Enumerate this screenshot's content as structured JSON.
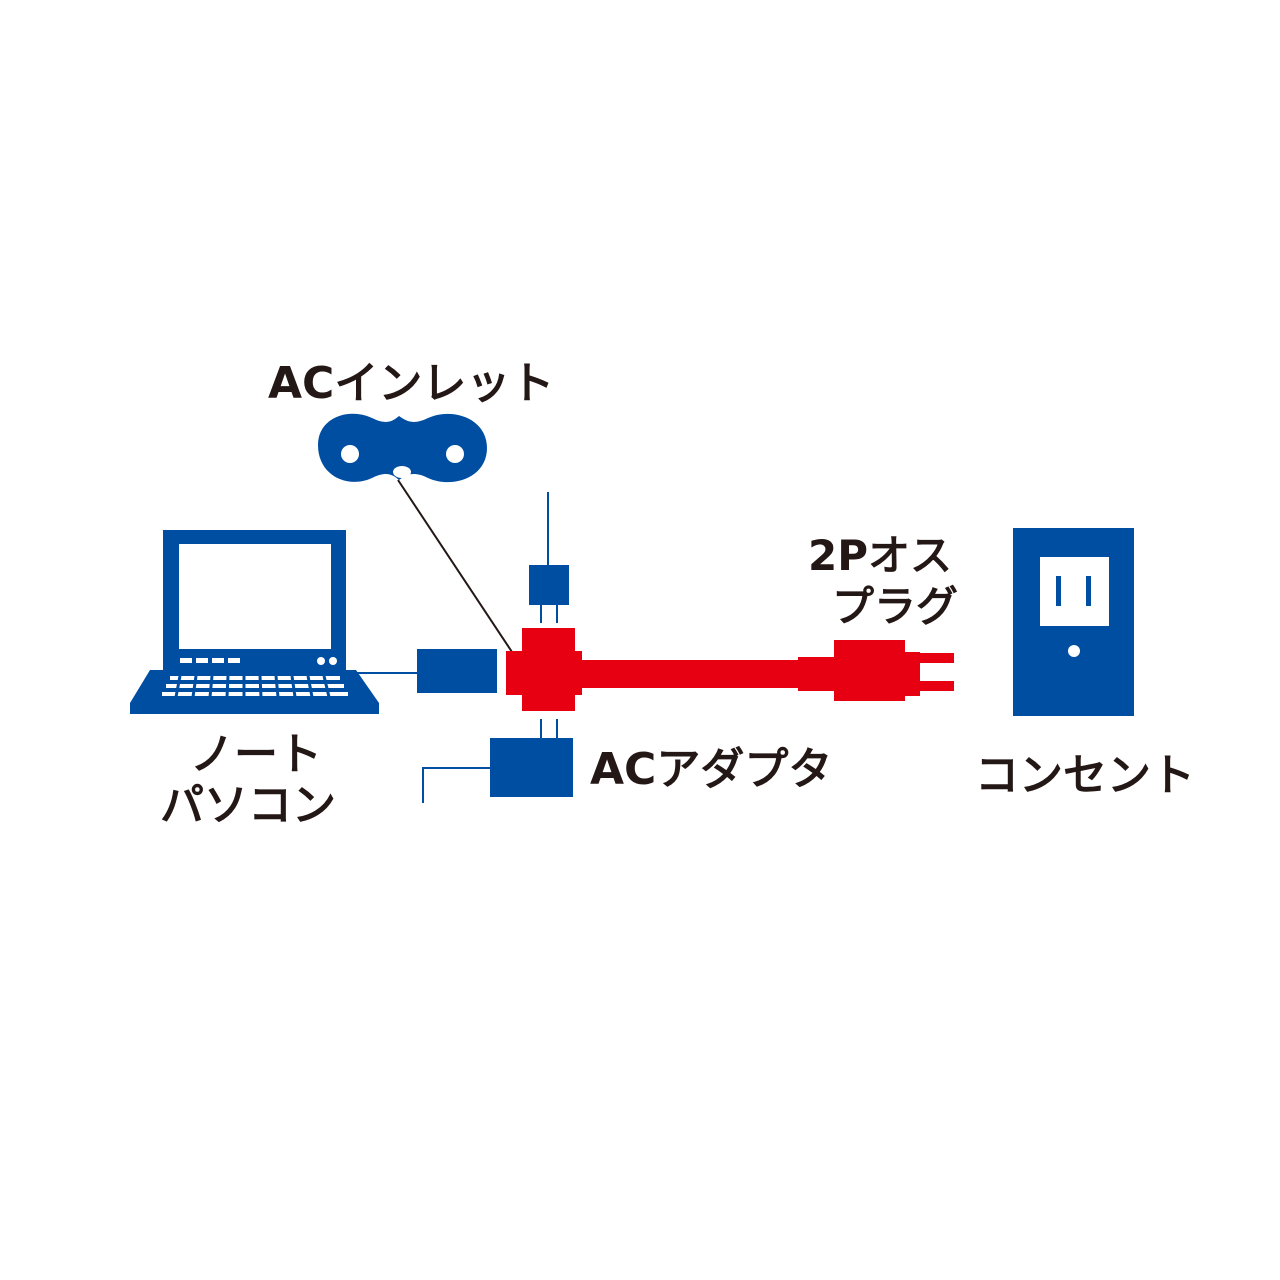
{
  "labels": {
    "ac_inlet": "ACインレット",
    "plug_line1": "2Pオス",
    "plug_line2": "プラグ",
    "notebook_line1": "ノート",
    "notebook_line2": "パソコン",
    "ac_adapter": "ACアダプタ",
    "outlet": "コンセント"
  },
  "icons": {
    "laptop": "laptop-icon",
    "ac_inlet": "ac-inlet-icon",
    "ac_adapter": "ac-adapter-icon",
    "plug": "two-prong-plug-icon",
    "outlet": "wall-outlet-icon"
  },
  "colors": {
    "blue": "#004ea2",
    "red": "#e60012",
    "text": "#231815",
    "background": "#ffffff"
  }
}
